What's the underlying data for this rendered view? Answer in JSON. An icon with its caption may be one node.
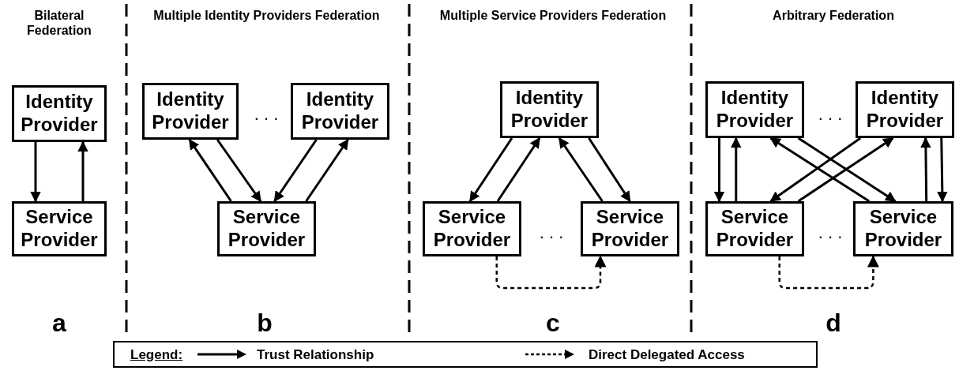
{
  "diagram": {
    "nodes": [
      {
        "text": [
          "Identity Provider"
        ]
      },
      {
        "text": [
          "Service Provider"
        ]
      },
      {
        "text": [
          "Identity Provider"
        ]
      },
      {
        "text": [
          "Identity Provider"
        ]
      },
      {
        "text": [
          "Service Provider"
        ]
      },
      {
        "text": [
          "Identity Provider"
        ]
      },
      {
        "text": [
          "Service Provider"
        ]
      },
      {
        "text": [
          "Service Provider"
        ]
      },
      {
        "text": [
          "Identity Provider"
        ]
      },
      {
        "text": [
          "Identity Provider"
        ]
      },
      {
        "text": [
          "Service Provider"
        ]
      },
      {
        "text": [
          "Service Provider"
        ]
      }
    ],
    "edges": [
      {
        "from": 0,
        "to": 1,
        "arrow": "to"
      },
      {
        "from": 1,
        "to": 0,
        "arrow": "to"
      },
      {
        "from": 2,
        "to": 4,
        "arrow": "to"
      },
      {
        "from": 4,
        "to": 2,
        "arrow": "to"
      },
      {
        "from": 3,
        "to": 4,
        "arrow": "to"
      },
      {
        "from": 4,
        "to": 3,
        "arrow": "to"
      },
      {
        "from": 5,
        "to": 6,
        "arrow": "to"
      },
      {
        "from": 6,
        "to": 5,
        "arrow": "to"
      },
      {
        "from": 7,
        "to": 5,
        "arrow": "to"
      },
      {
        "from": 5,
        "to": 7,
        "arrow": "to"
      },
      {
        "from": 6,
        "to": 7,
        "arrow": "to",
        "style": "dashed"
      },
      {
        "from": 8,
        "to": 10,
        "arrow": "to"
      },
      {
        "from": 10,
        "to": 8,
        "arrow": "to"
      },
      {
        "from": 11,
        "to": 9,
        "arrow": "to"
      },
      {
        "from": 9,
        "to": 11,
        "arrow": "to"
      },
      {
        "from": 11,
        "to": 8,
        "arrow": "to"
      },
      {
        "from": 8,
        "to": 11,
        "arrow": "to"
      },
      {
        "from": 9,
        "to": 10,
        "arrow": "to"
      },
      {
        "from": 10,
        "to": 9,
        "arrow": "to"
      },
      {
        "from": 10,
        "to": 11,
        "arrow": "to",
        "style": "dashed"
      }
    ],
    "labels": [
      "Bilateral Federation",
      "Multiple Identity Providers Federation",
      "Multiple Service Providers Federation",
      "Arbitrary Federation",
      ". . .",
      ". . .",
      ". . .",
      ". . .",
      "a",
      "b",
      "c",
      "d",
      "Legend:"
    ],
    "legend": [
      {
        "text": "Trust Relationship"
      },
      {
        "text": "Direct Delegated Access"
      }
    ]
  }
}
